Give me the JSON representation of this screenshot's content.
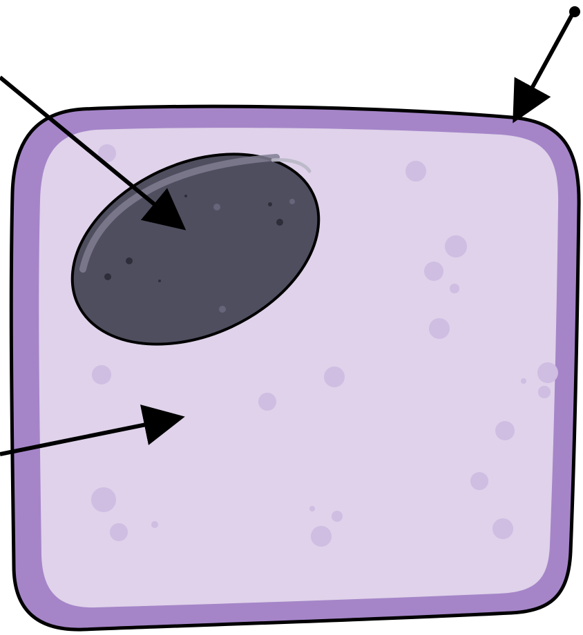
{
  "diagram": {
    "parts": [
      {
        "part": "cell-wall",
        "icon": "cell-wall-shape",
        "color": "#a585c8"
      },
      {
        "part": "cytoplasm",
        "icon": "cytoplasm-shape",
        "color": "#dfd2ea"
      },
      {
        "part": "nucleus",
        "icon": "nucleus-shape",
        "color": "#4f4e5f"
      },
      {
        "part": "vacuole-granules",
        "icon": "granule-dots",
        "color": "#cfbde2"
      }
    ],
    "pointers": [
      {
        "target": "nucleus",
        "color": "#000000"
      },
      {
        "target": "cytoplasm",
        "color": "#000000"
      },
      {
        "target": "cell-wall",
        "color": "#000000"
      }
    ],
    "colors": {
      "outline": "#000000",
      "background": "#ffffff"
    }
  }
}
